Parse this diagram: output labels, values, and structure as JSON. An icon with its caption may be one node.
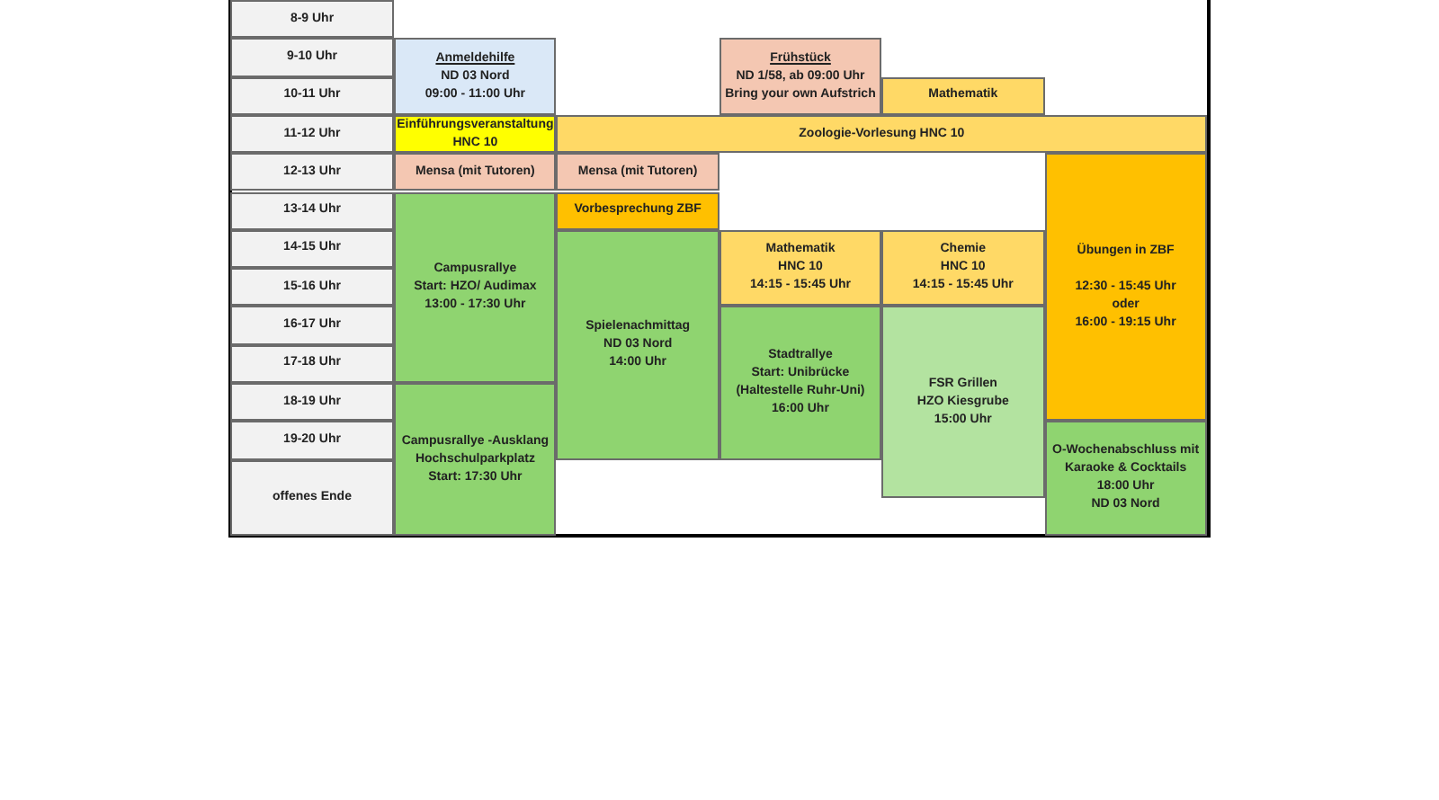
{
  "diagram": {
    "nodes": [
      {
        "text": [
          "8-9 Uhr"
        ]
      },
      {
        "text": [
          "9-10 Uhr"
        ]
      },
      {
        "text": [
          "10-11 Uhr"
        ]
      },
      {
        "text": [
          "11-12 Uhr"
        ]
      },
      {
        "text": [
          "12-13 Uhr"
        ]
      },
      {
        "text": [
          "13-14 Uhr"
        ]
      },
      {
        "text": [
          "14-15 Uhr"
        ]
      },
      {
        "text": [
          "15-16 Uhr"
        ]
      },
      {
        "text": [
          "16-17 Uhr"
        ]
      },
      {
        "text": [
          "17-18 Uhr"
        ]
      },
      {
        "text": [
          "18-19 Uhr"
        ]
      },
      {
        "text": [
          "19-20 Uhr"
        ]
      },
      {
        "text": [
          "offenes Ende"
        ]
      },
      {
        "text": [
          "Anmeldehilfe",
          "ND 03 Nord",
          "09:00 - 11:00 Uhr"
        ]
      },
      {
        "text": [
          "Frühstück",
          "ND 1/58, ab 09:00 Uhr",
          "Bring your own Aufstrich"
        ]
      },
      {
        "text": [
          "Mathematik"
        ]
      },
      {
        "text": [
          "Einführungsveranstaltung",
          "HNC 10"
        ]
      },
      {
        "text": [
          "Zoologie-Vorlesung HNC 10"
        ]
      },
      {
        "text": [
          "Mensa (mit Tutoren)"
        ]
      },
      {
        "text": [
          "Mensa (mit Tutoren)"
        ]
      },
      {
        "text": [
          "Übungen in ZBF",
          "12:30 - 15:45 Uhr",
          "oder",
          "16:00 - 19:15 Uhr"
        ]
      },
      {
        "text": [
          "Vorbesprechung ZBF"
        ]
      },
      {
        "text": [
          "Campusrallye",
          "Start: HZO/ Audimax",
          "13:00 - 17:30 Uhr"
        ]
      },
      {
        "text": [
          "Spielenachmittag",
          "ND 03 Nord",
          "14:00 Uhr"
        ]
      },
      {
        "text": [
          "Mathematik",
          "HNC 10",
          "14:15 - 15:45 Uhr"
        ]
      },
      {
        "text": [
          "Chemie",
          "HNC 10",
          "14:15 - 15:45 Uhr"
        ]
      },
      {
        "text": [
          "Stadtrallye",
          "Start: Unibrücke (Haltestelle Ruhr-Uni)",
          "16:00 Uhr"
        ]
      },
      {
        "text": [
          "FSR Grillen",
          "HZO Kiesgrube",
          "15:00 Uhr"
        ]
      },
      {
        "text": [
          "Campusrallye -Ausklang",
          "Hochschulparkplatz",
          "Start: 17:30 Uhr"
        ]
      },
      {
        "text": [
          "O-Wochenabschluss mit Karaoke & Cocktails",
          "18:00 Uhr",
          "ND 03 Nord"
        ]
      }
    ]
  }
}
